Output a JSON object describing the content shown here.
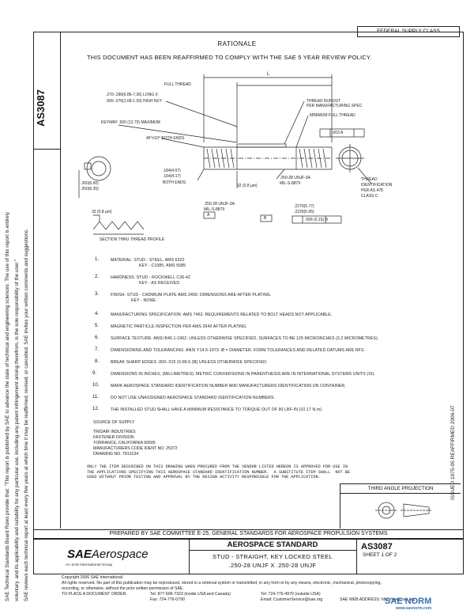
{
  "header": {
    "federal_supply_class": "FEDERAL SUPPLY CLASS",
    "rationale": "RATIONALE",
    "reaffirmed": "THIS DOCUMENT HAS BEEN REAFFIRMED TO COMPLY WITH THE SAE 5 YEAR REVIEW POLICY."
  },
  "side": {
    "doc_number": "AS3087",
    "legal_lines": [
      "SAE Technical Standards Board Rules provide that: \"This report is published by SAE to advance the state of technical and engineering sciences. The use of this report is entirely",
      "voluntary, and its applicability and suitability for any particular use, including any patent infringement arising therefrom, is the sole responsibility of the user.\"",
      "SAE reviews each technical report at least every five years at which time it may be reaffirmed, revised, or cancelled. SAE invites your written comments and suggestions."
    ],
    "right_stamp": "ISSUED 1975-05          REAFFIRMED 2006-07"
  },
  "drawing": {
    "labels": {
      "full_thread": "FULL THREAD",
      "L": "L",
      "long_x": ".270-.290(6.86-7.36) LONG X",
      "high_key": ".066-.076(1.68-1.93) HIGH KEY",
      "keyway": "KEYWAY .500 (12.70) MAXIMUM",
      "runout": "THREAD RUNOUT",
      "per_spec": "PER MANUFACTURING SPEC",
      "min_full": "MINIMUM FULL THREAD",
      "both_ends": "45°±10° BOTH ENDS",
      "fcf": ".003 A",
      "d184": ".184(4.67)",
      "d164": ".164(4.17)",
      "both_ends2": "BOTH ENDS",
      "d260": ".260(6.60)",
      "d250": ".250(6.35)",
      "d32": "32 (0.8 µm)",
      "unf_a": ".250-28 UNJF-3A",
      "mil_a": "MIL-S-8879",
      "datum_a": "A",
      "unf_b": ".250-28 UNJF-3A",
      "mil_b": "MIL-S-8879",
      "datum_b": "B",
      "d2270": ".2270(5.77)",
      "d2225": ".2225(5.65)",
      "fcf2": ".006 (0.15) B",
      "thread_id": "THREAD",
      "identification": "IDENTIFICATION",
      "per_as": "PER AS 478",
      "class_c": "CLASS C",
      "roughness": "32 (0.8 µm)",
      "section": "SECTION THRU THREAD PROFILE"
    }
  },
  "notes": [
    {
      "num": "1.",
      "text": "MATERIAL:   STUD - STEEL, AMS 6322"
    },
    {
      "num": "",
      "text": "KEY - C1085, AMS 5085"
    },
    {
      "num": "2.",
      "text": "HARDNESS:   STUD - ROCKWELL C36-42"
    },
    {
      "num": "",
      "text": "KEY - AS RECEIVED"
    },
    {
      "num": "3.",
      "text": "FINISH:  STUD - CADMIUM PLATE AMS 2400.  DIMENSIONS ARE AFTER PLATING."
    },
    {
      "num": "",
      "text": "KEY - NONE."
    },
    {
      "num": "4.",
      "text": "MANUFACTURING SPECIFICATION:  AMS 7462.  REQUIREMENTS RELATED TO BOLT HEADS NOT APPLICABLE."
    },
    {
      "num": "5.",
      "text": "MAGNETIC PARTICLE INSPECTION PER AMS 2640 AFTER PLATING."
    },
    {
      "num": "6.",
      "text": "SURFACE TEXTURE:  ANSI B46.1-1962.  UNLESS OTHERWISE SPECIFIED, SURFACES TO BE 125 MICROINCHES (3.2 MICROMETRES)."
    },
    {
      "num": "7.",
      "text": "DIMENSIONING AND TOLERANCING:  ANSI Y14.5-1973.  Ø = DIAMETER.   FORM TOLERANCES AND RELATED DATUMS ARE RFS."
    },
    {
      "num": "8.",
      "text": "BREAK SHARP EDGES .003-.015 (0.08-0.38) UNLESS OTHERWISE SPECIFIED."
    },
    {
      "num": "9.",
      "text": "DIMENSIONS IN INCHES, (MILLIMETRES).  METRIC CONVERSIONS IN PARENTHESIS ARE IN INTERNATIONAL SYSTEMS UNITS (SI)."
    },
    {
      "num": "10.",
      "text": "MARK AEROSPACE STANDARD IDENTIFICATION NUMBER AND MANUFACTURERS IDENTIFICATION ON CONTAINER."
    },
    {
      "num": "11.",
      "text": "DO NOT USE UNASSIGNED AEROSPACE STANDARD IDENTIFICATION NUMBERS."
    },
    {
      "num": "12.",
      "text": "THE INSTALLED STUD SHALL HAVE A MINIMUM RESISTANCE TO TORQUE OUT OF 90 LBF-IN (10.17 N.m)."
    }
  ],
  "source": {
    "heading": "SOURCE OF SUPPLY",
    "lines": [
      "TRIDAIR INDUSTRIES",
      "FASTENER DIVISION",
      "TORRANCE, CALIFORNIA 90505",
      "MANUFACTURERS CODE IDENT NO.  25372",
      "DRAWING NO.   7813134"
    ]
  },
  "only_items": "ONLY THE ITEM DESCRIBED ON THIS DRAWING WHEN PROCURED FROM THE VENDOR LISTED HEREON IS APPROVED FOR USE IN\nTHE APPLICATIONS SPECIFYING THIS AEROSPACE STANDARD IDENTIFICATION NUMBER.  A SUBSTITUTE ITEM SHALL  NOT BE\nUSED WITHOUT PRIOR TESTING AND APPROVAL BY THE DESIGN ACTIVITY RESPONSIBLE FOR THE APPLICATION.",
  "third_angle": "THIRD ANGLE PROJECTION",
  "prepared_by": "PREPARED BY SAE COMMITTEE E-25, GENERAL STANDARDS FOR AEROSPACE PROPULSION SYSTEMS",
  "title_block": {
    "logo_bold": "SAE",
    "logo_rest": "Aerospace",
    "logo_sub": "An SAE International Group",
    "title": "AEROSPACE STANDARD",
    "line1": "STUD - STRAIGHT, KEY LOCKED STEEL",
    "line2": ".250-28 UNJF X .250-28 UNJF",
    "doc": "AS3087",
    "sheet": "SHEET 1 OF 2"
  },
  "footer": {
    "copyright": "Copyright 2006 SAE International",
    "rights": "All rights reserved. No part of this publication may be reproduced, stored in a retrieval system or transmitted, in any form or by any means, electronic, mechanical, photocopying,",
    "rights2": "recording, or otherwise, without the prior written permission of SAE.",
    "order": "TO PLACE A DOCUMENT ORDER:",
    "tel1": "Tel:   877-606-7323 (inside USA and Canada)",
    "tel2": "Tel:   724-776-4970 (outside USA)",
    "fax": "Fax:   724-776-0790",
    "email": "Email:  CustomerService@sae.org",
    "web": "SAE WEB ADDRESS:  http://www.sae.org"
  },
  "watermark": {
    "main": "SAE NORM",
    "sub": "www.saenorm.com"
  }
}
